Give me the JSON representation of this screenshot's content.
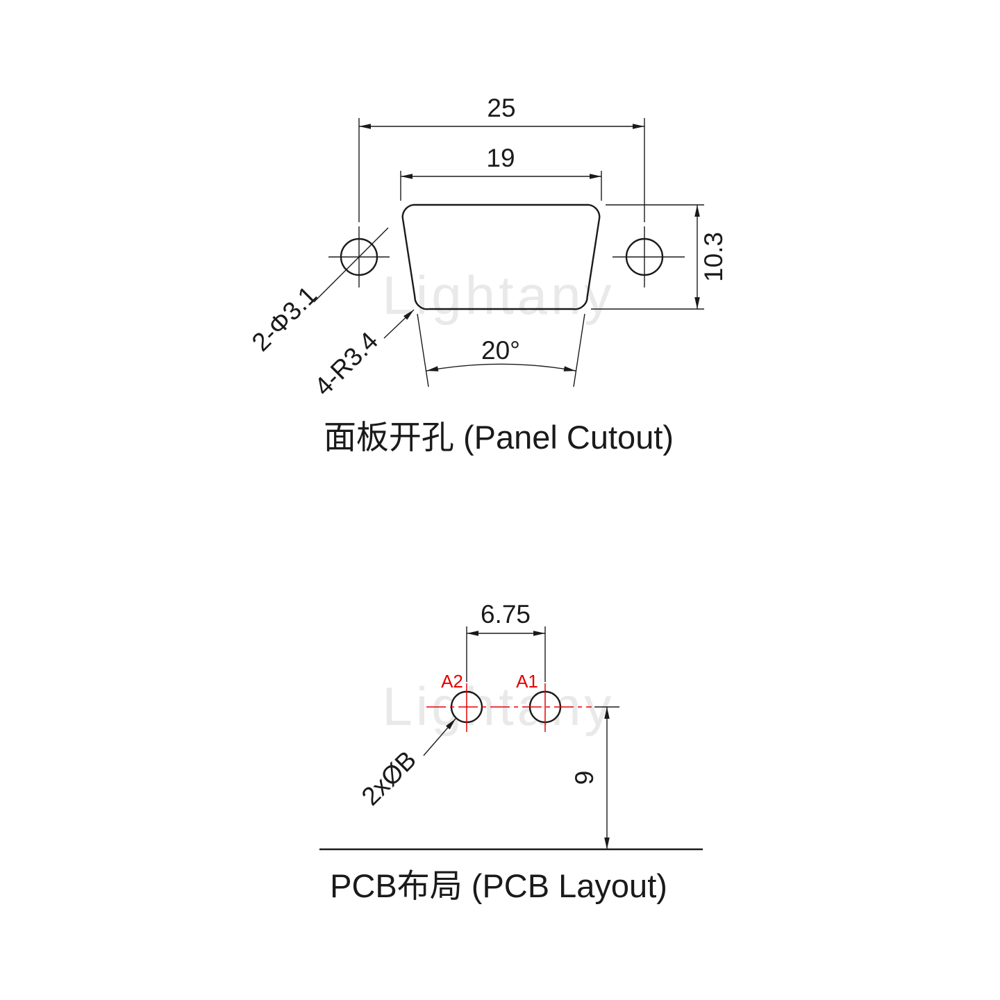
{
  "colors": {
    "background": "#ffffff",
    "line": "#1a1a1a",
    "red": "#e60000",
    "watermark": "#e9e9e9"
  },
  "watermark": {
    "text": "Lightany"
  },
  "panel_cutout": {
    "caption": "面板开孔 (Panel Cutout)",
    "dim_outer_width": "25",
    "dim_inner_width": "19",
    "dim_height": "10.3",
    "dim_angle": "20°",
    "label_mount_holes": "2-Φ3.1",
    "label_corner_radius": "4-R3.4"
  },
  "pcb_layout": {
    "caption": "PCB布局 (PCB Layout)",
    "dim_pitch": "6.75",
    "dim_drop": "9",
    "label_pad_diameter": "2xØB",
    "pad_labels": [
      "A2",
      "A1"
    ]
  }
}
